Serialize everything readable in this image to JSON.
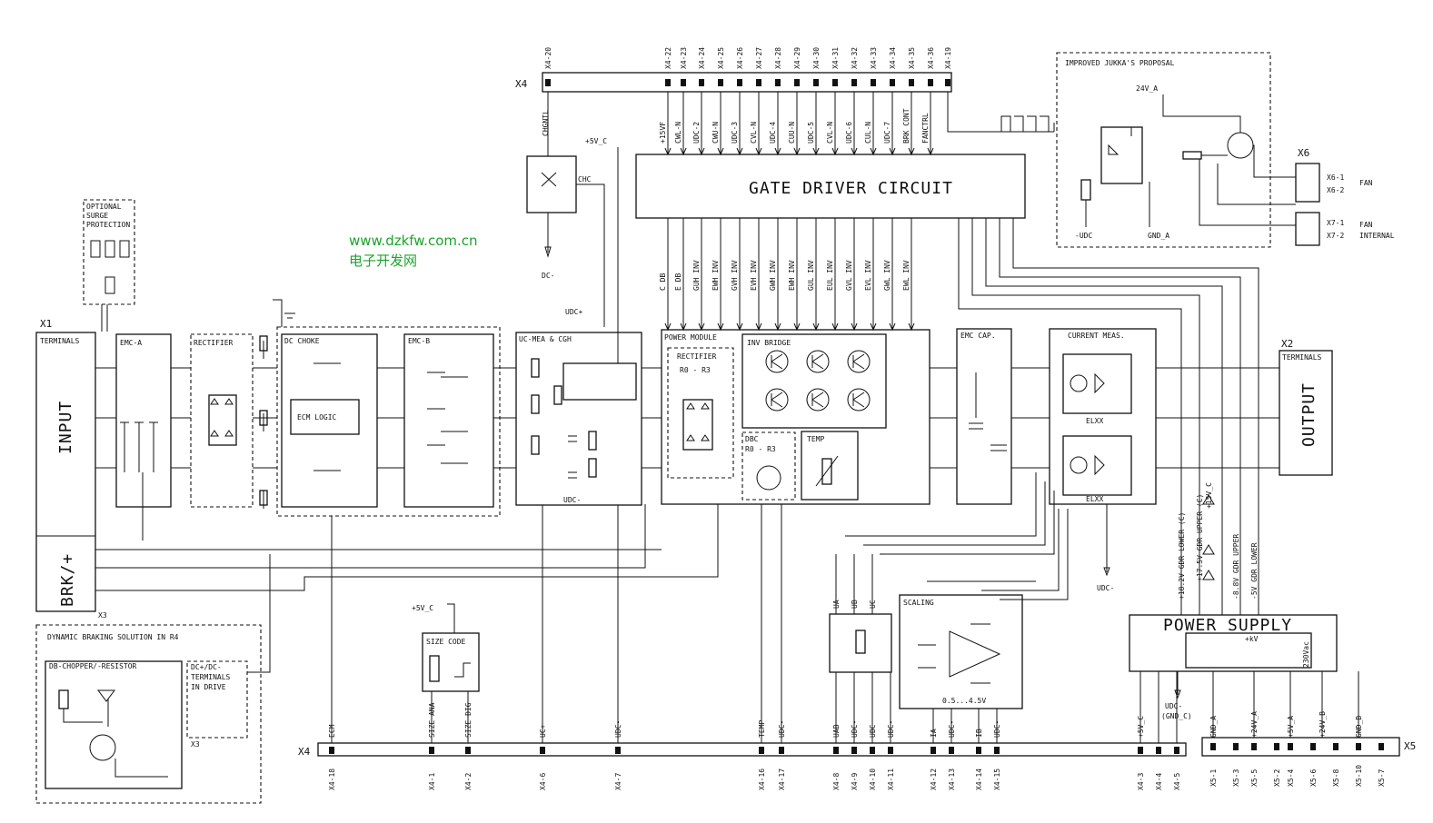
{
  "watermark": {
    "url": "www.dzkfw.com.cn",
    "cn": "电子开发网"
  },
  "blocks": {
    "gate_driver": "GATE DRIVER CIRCUIT",
    "input": "INPUT",
    "brk": "BRK/+",
    "output": "OUTPUT",
    "power_supply": "POWER SUPPLY",
    "terminals_x1": "TERMINALS",
    "emc_a": "EMC-A",
    "rectifier": "RECTIFIER",
    "dc_choke": "DC CHOKE",
    "ecm_logic": "ECM LOGIC",
    "emc_b": "EMC-B",
    "uc_mea": "UC-MEA & CGH",
    "power_module": "POWER MODULE",
    "pm_rectifier": "RECTIFIER",
    "pm_r0r3": "R0 - R3",
    "inv_bridge": "INV BRIDGE",
    "dbc": "DBC",
    "dbc_r0r3": "R0 - R3",
    "temp": "TEMP",
    "emc_cap": "EMC CAP.",
    "current_meas": "CURRENT MEAS.",
    "elxx1": "ELXX",
    "elxx2": "ELXX",
    "terminals_x2": "TERMINALS",
    "scaling": "SCALING",
    "scaling_range": "0.5...4.5V",
    "size_code": "SIZE CODE",
    "dyn_braking": "DYNAMIC BRAKING SOLUTION IN R4",
    "db_chopper": "DB-CHOPPER/-RESISTOR",
    "dc_terminals": [
      "DC+/DC-",
      "TERMINALS",
      "IN DRIVE"
    ],
    "surge": [
      "OPTIONAL",
      "SURGE",
      "PROTECTION"
    ],
    "jukka": "IMPROVED JUKKA'S PROPOSAL",
    "ps_6kv": "+kV",
    "ps_230": "230Vac"
  },
  "labels": {
    "x1": "X1",
    "x2": "X2",
    "x3a": "X3",
    "x3b": "X3",
    "x4a": "X4",
    "x4b": "X4",
    "x5": "X5",
    "x6": "X6",
    "plus5vc_top": "+5V_C",
    "chc": "CHC",
    "dc_minus": "DC-",
    "udc_plus": "UDC+",
    "udc_minus_mea": "UDC-",
    "plus5vc_size": "+5V_C",
    "udc_minus_cm": "UDC-",
    "plus5vc_cm": "+5V_C",
    "udc_gndc": [
      "UDC-",
      "(GND_C)"
    ],
    "j_24v": "24V_A",
    "j_udc": "-UDC",
    "j_gnd": "GND_A",
    "fan1": "X6-1",
    "fan2": "X6-2",
    "fan": "FAN",
    "fan_int1": "X7-1",
    "fan_int2": "X7-2",
    "fan_int": [
      "FAN",
      "INTERNAL"
    ],
    "chgntl": "CHGNTL",
    "gd_top": [
      "+15VF",
      "CWL-N",
      "UDC-2",
      "CWU-N",
      "UDC-3",
      "CVL-N",
      "UDC-4",
      "CUU-N",
      "UDC-5",
      "CVL-N",
      "UDC-6",
      "CUL-N",
      "UDC-7",
      "BRK CONT",
      "FANCTRL"
    ],
    "gd_bottom": [
      "C DB",
      "E DB",
      "GUH INV",
      "EWH INV",
      "GVH INV",
      "EVH INV",
      "GWH INV",
      "EWH INV",
      "GUL INV",
      "EUL INV",
      "GVL INV",
      "EVL INV",
      "GWL INV",
      "EWL INV"
    ],
    "x4_top": [
      "X4-20",
      "X4-22",
      "X4-23",
      "X4-24",
      "X4-25",
      "X4-26",
      "X4-27",
      "X4-28",
      "X4-29",
      "X4-30",
      "X4-31",
      "X4-32",
      "X4-33",
      "X4-34",
      "X4-35",
      "X4-36",
      "X4-19"
    ],
    "bottom_sig": [
      "ECM",
      "SIZE ANA",
      "SIZE DIG",
      "UC+",
      "UDC-",
      "TEMP",
      "UDC-",
      "UAB",
      "UDC-",
      "UBC",
      "UDC-",
      "IA",
      "UDC-",
      "IB",
      "UDC-",
      "+5V_C",
      "GND_A",
      "+24V_A",
      "+5V_A",
      "+24V_B",
      "GND_B"
    ],
    "x4_bottom": [
      "X4-18",
      "X4-1",
      "X4-2",
      "X4-6",
      "X4-7",
      "X4-16",
      "X4-17",
      "X4-8",
      "X4-9",
      "X4-10",
      "X4-11",
      "X4-12",
      "X4-13",
      "X4-14",
      "X4-15",
      "X4-3",
      "X4-4",
      "X4-5"
    ],
    "x5_bottom": [
      "X5-1",
      "X5-3",
      "X5-5",
      "X5-2",
      "X5-4",
      "X5-6",
      "X5-8",
      "X5-10",
      "X5-7"
    ],
    "uab": [
      "UA",
      "UB",
      "UC"
    ],
    "ps_rails": [
      "+15V_C",
      "+18.2V GDR LOWER (C)",
      "+17.5V GDR UPPER (C)",
      "-8.8V GDR UPPER",
      "-5V GDR LOWER"
    ]
  }
}
